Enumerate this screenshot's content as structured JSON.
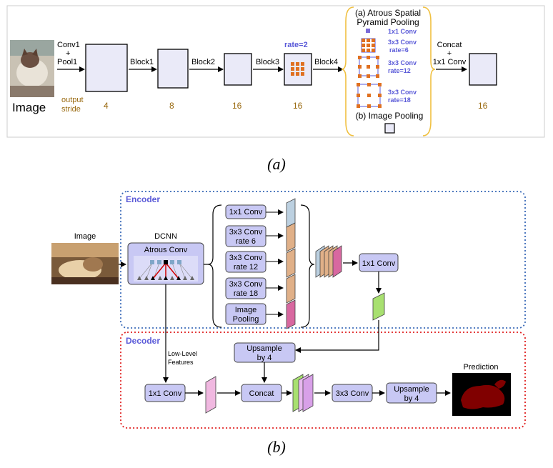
{
  "a": {
    "image_label": "Image",
    "conv1_line1": "Conv1",
    "conv1_line2": "+",
    "conv1_line3": "Pool1",
    "output_stride_1": "output",
    "output_stride_2": "stride",
    "block1": "Block1",
    "block2": "Block2",
    "block3": "Block3",
    "block4": "Block4",
    "rate": "rate=2",
    "stride_4": "4",
    "stride_8": "8",
    "stride_16a": "16",
    "stride_16b": "16",
    "stride_16c": "16",
    "aspp_title_1": "(a) Atrous Spatial",
    "aspp_title_2": "Pyramid Pooling",
    "aspp_1x1": "1x1 Conv",
    "aspp_r6_1": "3x3 Conv",
    "aspp_r6_2": "rate=6",
    "aspp_r12_1": "3x3 Conv",
    "aspp_r12_2": "rate=12",
    "aspp_r18_1": "3x3 Conv",
    "aspp_r18_2": "rate=18",
    "image_pooling": "(b) Image Pooling",
    "concat_1": "Concat",
    "concat_2": "+",
    "concat_3": "1x1 Conv",
    "caption": "(a)"
  },
  "b": {
    "encoder": "Encoder",
    "decoder": "Decoder",
    "image_label": "Image",
    "dcnn": "DCNN",
    "atrous_conv": "Atrous Conv",
    "aspp_1x1": "1x1 Conv",
    "r6_1": "3x3 Conv",
    "r6_2": "rate 6",
    "r12_1": "3x3 Conv",
    "r12_2": "rate 12",
    "r18_1": "3x3 Conv",
    "r18_2": "rate 18",
    "pool_1": "Image",
    "pool_2": "Pooling",
    "enc_1x1": "1x1 Conv",
    "upsample_1": "Upsample",
    "upsample_2": "by 4",
    "low_level_1": "Low-Level",
    "low_level_2": "Features",
    "dec_1x1": "1x1 Conv",
    "concat": "Concat",
    "conv3x3": "3x3 Conv",
    "upsample_out_1": "Upsample",
    "upsample_out_2": "by 4",
    "prediction": "Prediction",
    "caption": "(b)"
  },
  "colors": {
    "stride_text": "#9a6a10",
    "aspp_blue": "#5a5ad8",
    "box_fill": "#c8c8f4",
    "encoder_border": "#3a6ab8",
    "decoder_border": "#e02020",
    "brace_orange": "#f0c040",
    "dot_orange": "#e07020"
  }
}
